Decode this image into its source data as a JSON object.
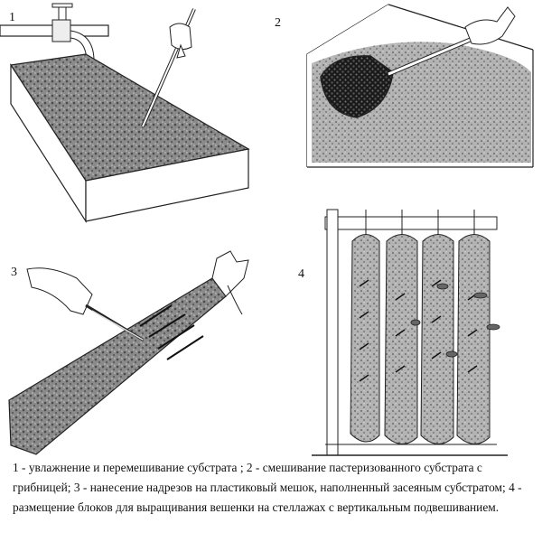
{
  "panels": [
    {
      "number": "1"
    },
    {
      "number": "2"
    },
    {
      "number": "3"
    },
    {
      "number": "4"
    }
  ],
  "caption": "1 - увлажнение и перемешивание субстрата ; 2 - смешивание пастеризованного субстрата с грибницей; 3 - нанесение надрезов на пластиковый мешок, наполненный засеяным субстратом; 4 - размещение блоков для выращивания вешенки на стеллажах с вертикальным подвешиванием."
}
